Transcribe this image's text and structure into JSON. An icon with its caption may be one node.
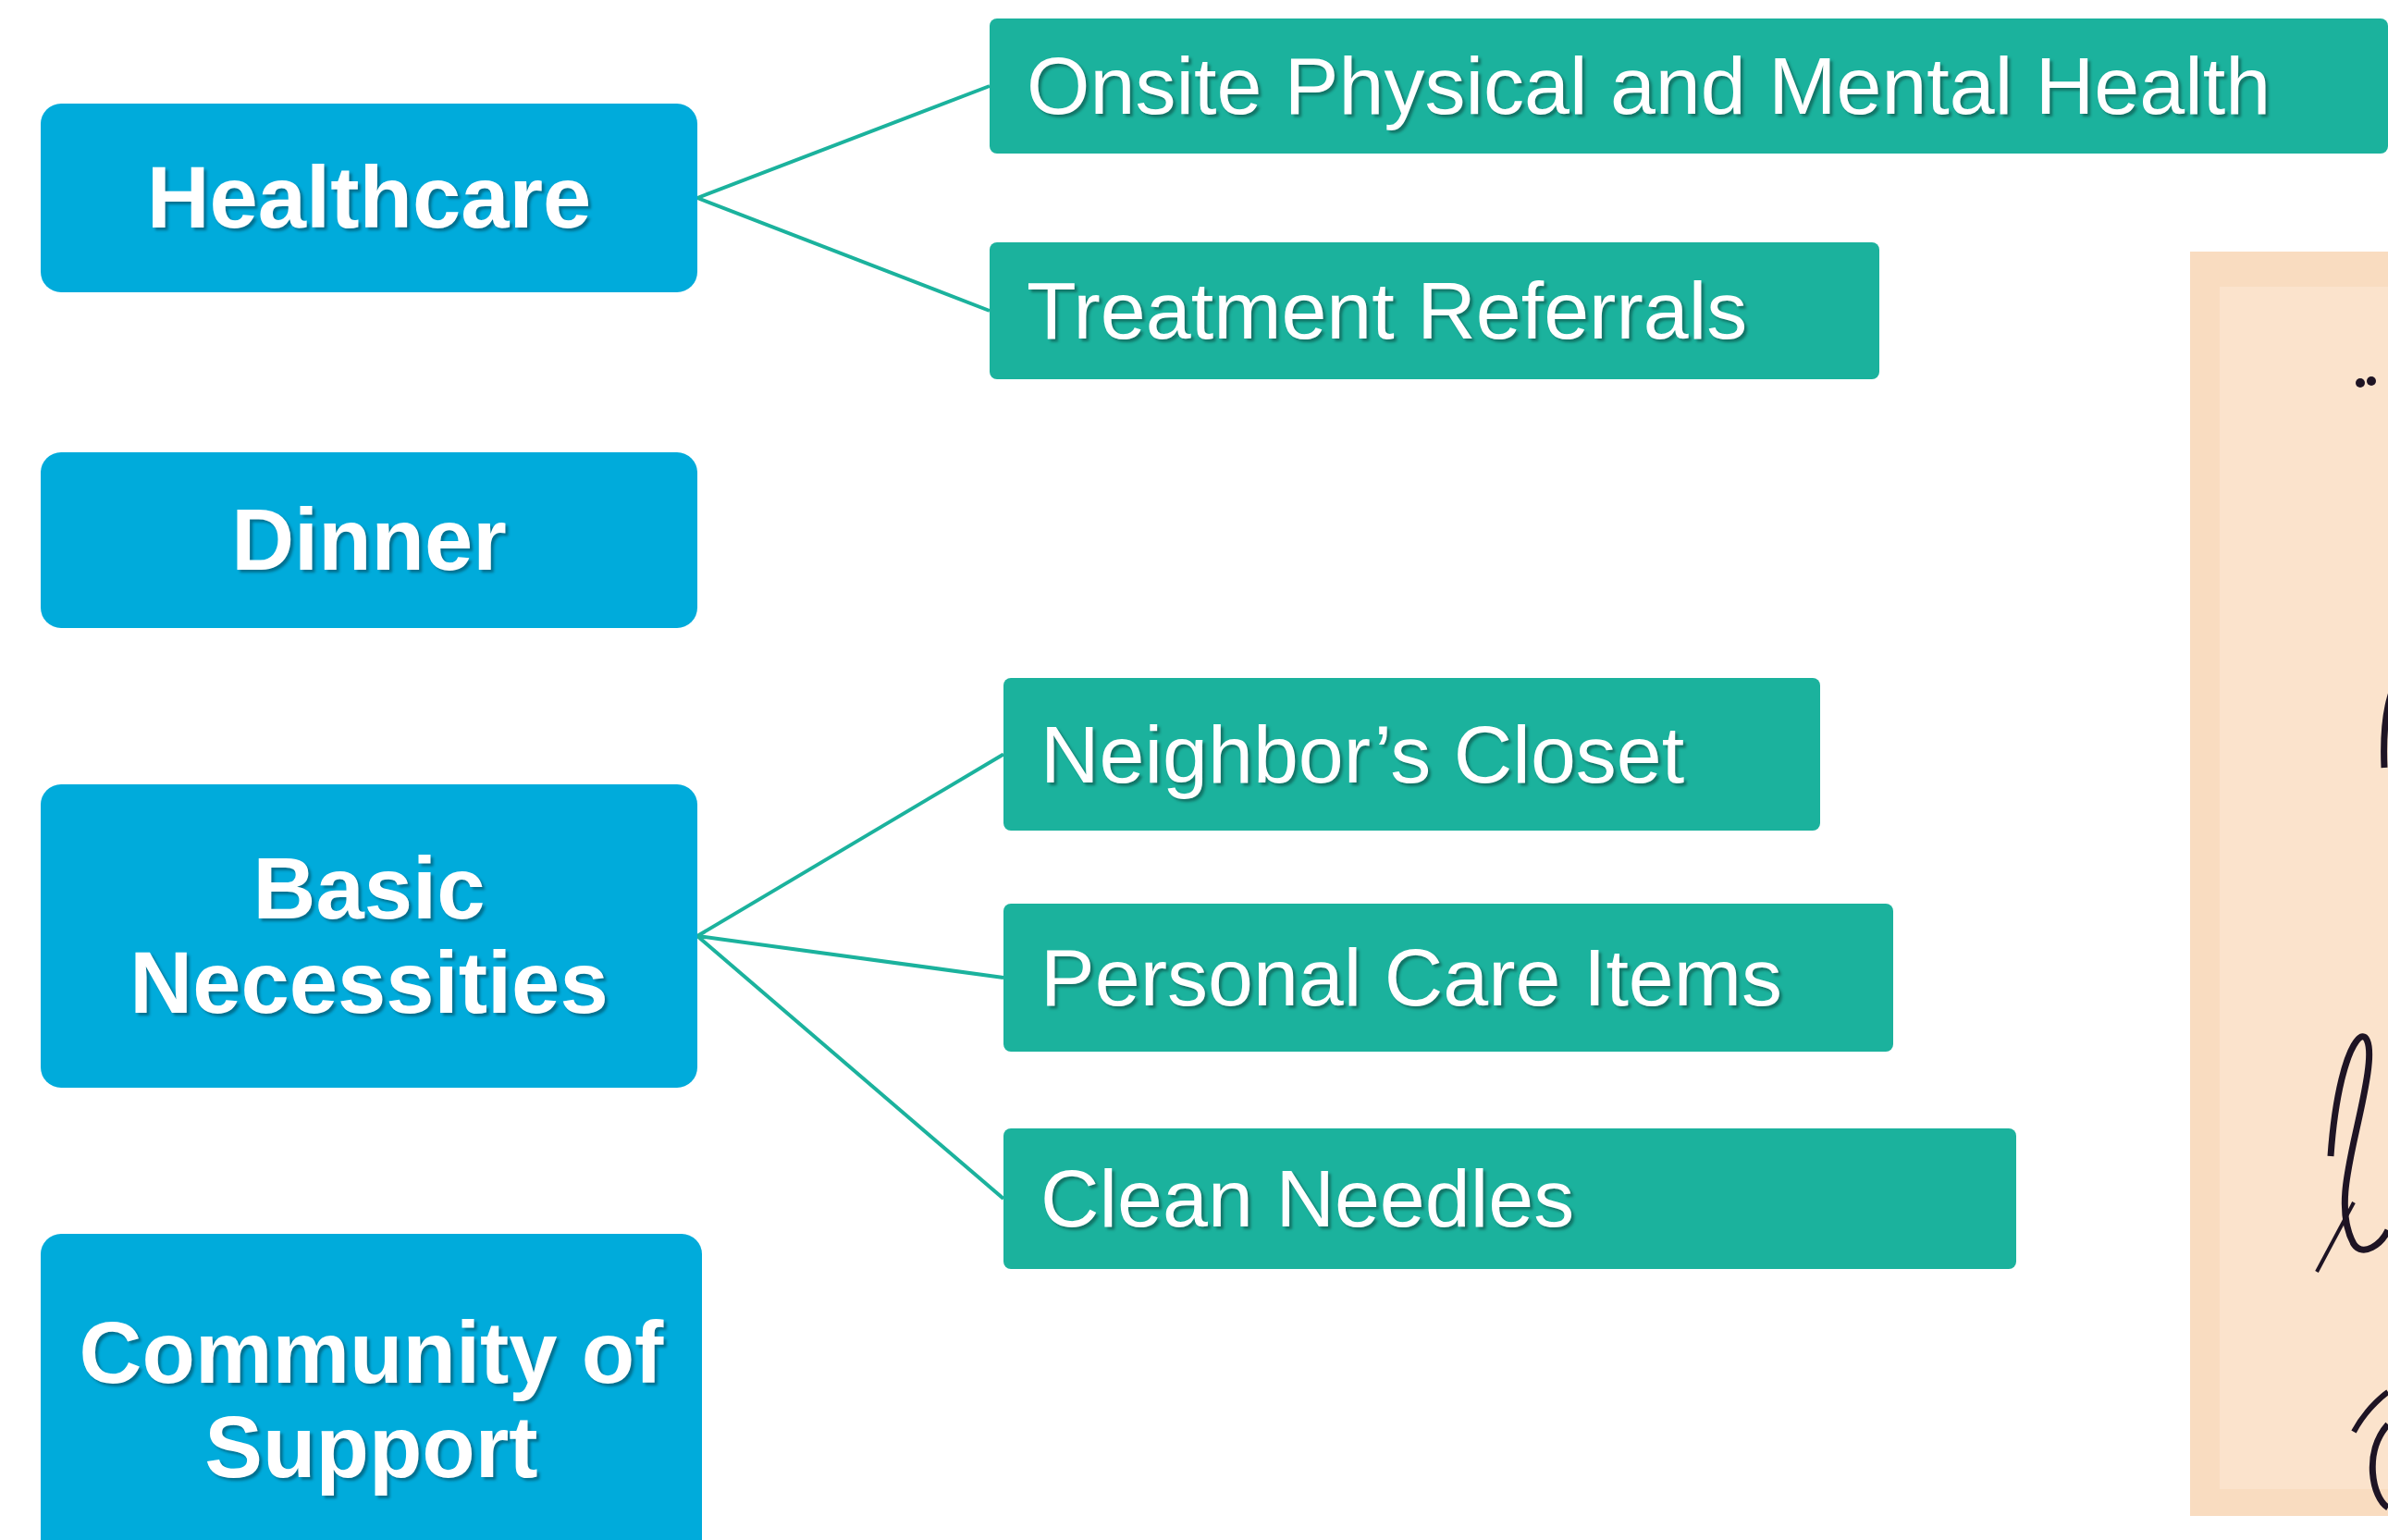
{
  "diagram": {
    "nodes": [
      {
        "text": [
          "Healthcare"
        ]
      },
      {
        "text": [
          "Onsite Physical and Mental Health"
        ]
      },
      {
        "text": [
          "Treatment Referrals"
        ]
      },
      {
        "text": [
          "Dinner"
        ]
      },
      {
        "text": [
          "Basic Necessities"
        ]
      },
      {
        "text": [
          "Neighbor’s Closet"
        ]
      },
      {
        "text": [
          "Personal Care Items"
        ]
      },
      {
        "text": [
          "Clean Needles"
        ]
      },
      {
        "text": [
          "Community of Support"
        ]
      }
    ],
    "edges": [
      {
        "from": 0,
        "to": 1,
        "arrow": "none"
      },
      {
        "from": 0,
        "to": 2,
        "arrow": "none"
      },
      {
        "from": 4,
        "to": 5,
        "arrow": "none"
      },
      {
        "from": 4,
        "to": 6,
        "arrow": "none"
      },
      {
        "from": 4,
        "to": 7,
        "arrow": "none"
      }
    ]
  }
}
